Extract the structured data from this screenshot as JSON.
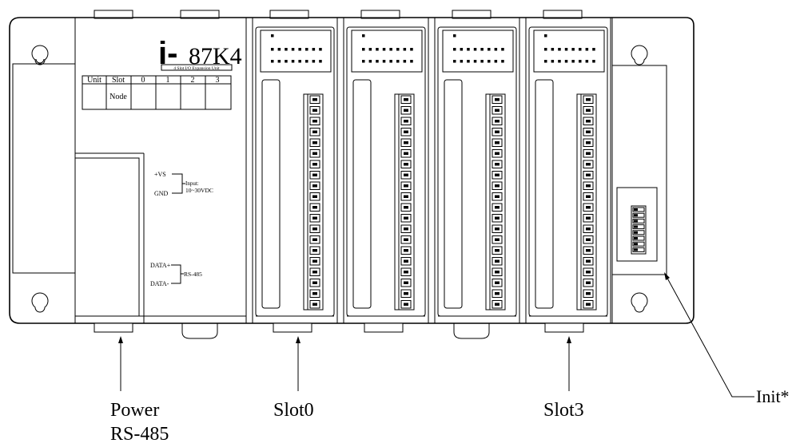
{
  "model": {
    "brand": "i-",
    "number": "87K4",
    "subtitle": "4 Slot I/O Expansion Unit"
  },
  "address_table": {
    "headers": [
      "Unit",
      "Slot",
      "0",
      "1",
      "2",
      "3"
    ],
    "row2_label": "Node"
  },
  "power_terminal": {
    "vs_label": "+VS",
    "gnd_label": "GND",
    "input_label": "Input:",
    "input_range": "10~30VDC"
  },
  "rs485_terminal": {
    "data_plus": "DATA+",
    "data_minus": "DATA-",
    "bus_label": "RS-485"
  },
  "callouts": {
    "power_line1": "Power",
    "power_line2": "RS-485",
    "slot0": "Slot0",
    "slot3": "Slot3",
    "init": "Init*"
  },
  "dip_switch_positions": 8,
  "terminal_pins_per_slot": 20
}
